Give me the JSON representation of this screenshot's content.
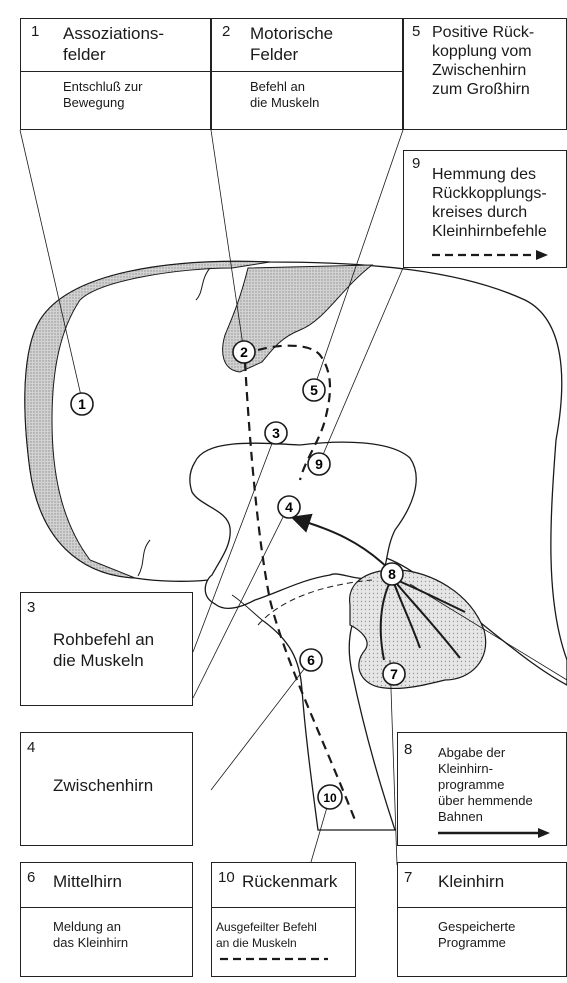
{
  "boxes": {
    "b1": {
      "number": "1",
      "title": "Assoziations-\nfelder",
      "sub": "Entschluß zur\nBewegung"
    },
    "b2": {
      "number": "2",
      "title": "Motorische\nFelder",
      "sub": "Befehl an\ndie Muskeln"
    },
    "b5": {
      "number": "5",
      "title": "Positive Rück-\nkopplung vom\nZwischenhirn\nzum Großhirn"
    },
    "b9": {
      "number": "9",
      "title": "Hemmung des\nRückkopplungs-\nkreises durch\nKleinhirnbefehle"
    },
    "b3": {
      "number": "3",
      "title": "Rohbefehl an\ndie Muskeln"
    },
    "b4": {
      "number": "4",
      "title": "Zwischenhirn"
    },
    "b8": {
      "number": "8",
      "title": "Abgabe der\nKleinhirn-\nprogramme\nüber hemmende\nBahnen"
    },
    "b6": {
      "number": "6",
      "title": "Mittelhirn",
      "sub": "Meldung an\ndas Kleinhirn"
    },
    "b10": {
      "number": "10",
      "title": "Rückenmark",
      "sub": "Ausgefeilter Befehl\nan die Muskeln"
    },
    "b7": {
      "number": "7",
      "title": "Kleinhirn",
      "sub": "Gespeicherte\nProgramme"
    }
  },
  "markers": [
    "1",
    "2",
    "3",
    "4",
    "5",
    "6",
    "7",
    "8",
    "9",
    "10"
  ],
  "colors": {
    "line": "#1a1a1a",
    "shade": "#bdbdbd",
    "shade_light": "#d9d9d9"
  }
}
